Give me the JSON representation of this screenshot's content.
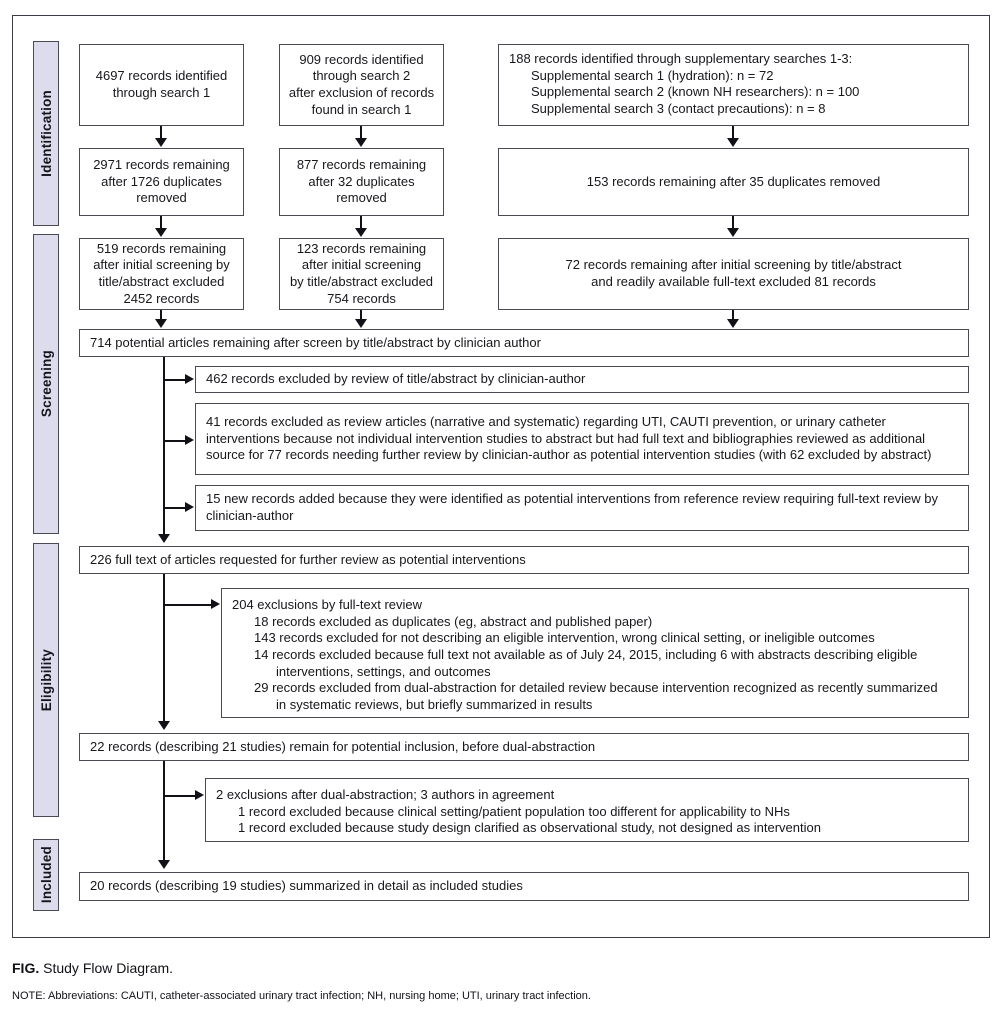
{
  "figure": {
    "tag": "FIG.",
    "title": " Study Flow Diagram.",
    "note": "NOTE: Abbreviations: CAUTI, catheter-associated urinary tract infection; NH, nursing home; UTI, urinary tract infection."
  },
  "stages": [
    {
      "id": "identification",
      "label": "Identification"
    },
    {
      "id": "screening",
      "label": "Screening"
    },
    {
      "id": "eligibility",
      "label": "Eligibility"
    },
    {
      "id": "included",
      "label": "Included"
    }
  ],
  "boxes": {
    "search1_identified": "4697 records identified\nthrough search 1",
    "search2_identified": "909 records identified\nthrough search 2\nafter exclusion of records\nfound in search 1",
    "supplementary_identified_head": "188 records identified through supplementary searches 1-3:",
    "supplementary_line1": "Supplemental search 1 (hydration): n = 72",
    "supplementary_line2": "Supplemental search 2 (known NH researchers): n = 100",
    "supplementary_line3": "Supplemental search 3 (contact precautions): n = 8",
    "search1_dedup": "2971 records remaining\nafter 1726 duplicates\nremoved",
    "search2_dedup": "877 records remaining\nafter 32 duplicates removed",
    "supplementary_dedup": "153 records remaining after 35 duplicates removed",
    "search1_screened": "519 records remaining\nafter initial screening by\ntitle/abstract excluded\n2452 records",
    "search2_screened": "123 records remaining\nafter initial screening\nby title/abstract excluded\n754 records",
    "supplementary_screened": "72 records remaining after initial screening by title/abstract\nand readily available full-text excluded 81 records",
    "potential_articles": "714 potential articles remaining after screen by title/abstract by clinician author",
    "excluded_462": "462 records excluded by review of title/abstract by clinician-author",
    "excluded_41": "41 records excluded as review articles (narrative and systematic) regarding UTI, CAUTI prevention, or urinary catheter interventions because not individual intervention studies to abstract but had full text and bibliographies reviewed as additional source for 77 records needing further review by clinician-author as potential intervention studies (with 62 excluded by abstract)",
    "added_15": "15 new records added because they were identified as potential interventions from reference review requiring full-text review by clinician-author",
    "full_text_requested": "226 full text of articles requested for further review as potential interventions",
    "exclusions_204_head": "204 exclusions by full-text review",
    "exclusions_204_l1": "18 records excluded as duplicates (eg, abstract and published paper)",
    "exclusions_204_l2": "143 records excluded for not describing an eligible intervention, wrong clinical setting, or ineligible outcomes",
    "exclusions_204_l3a": "14 records excluded because full text not available as of July 24, 2015, including 6 with abstracts describing eligible",
    "exclusions_204_l3b": "interventions, settings, and outcomes",
    "exclusions_204_l4a": "29 records excluded from dual-abstraction for detailed review because intervention recognized as recently summarized",
    "exclusions_204_l4b": "in systematic reviews, but briefly summarized in results",
    "remain_22": "22 records (describing 21 studies) remain for potential inclusion, before dual-abstraction",
    "exclusions_dual_head": "2 exclusions after dual-abstraction; 3 authors in agreement",
    "exclusions_dual_l1": "1 record excluded because clinical setting/patient population too different for applicability to NHs",
    "exclusions_dual_l2": "1 record excluded because study design clarified as observational study, not designed as intervention",
    "included_20": "20 records (describing 19 studies) summarized in detail as included studies"
  },
  "colors": {
    "stage_fill": "#dcdcec",
    "stage_border": "#4a4a57",
    "box_border": "#4a4a52",
    "connector": "#111118",
    "frame_border": "#3b3b46"
  }
}
